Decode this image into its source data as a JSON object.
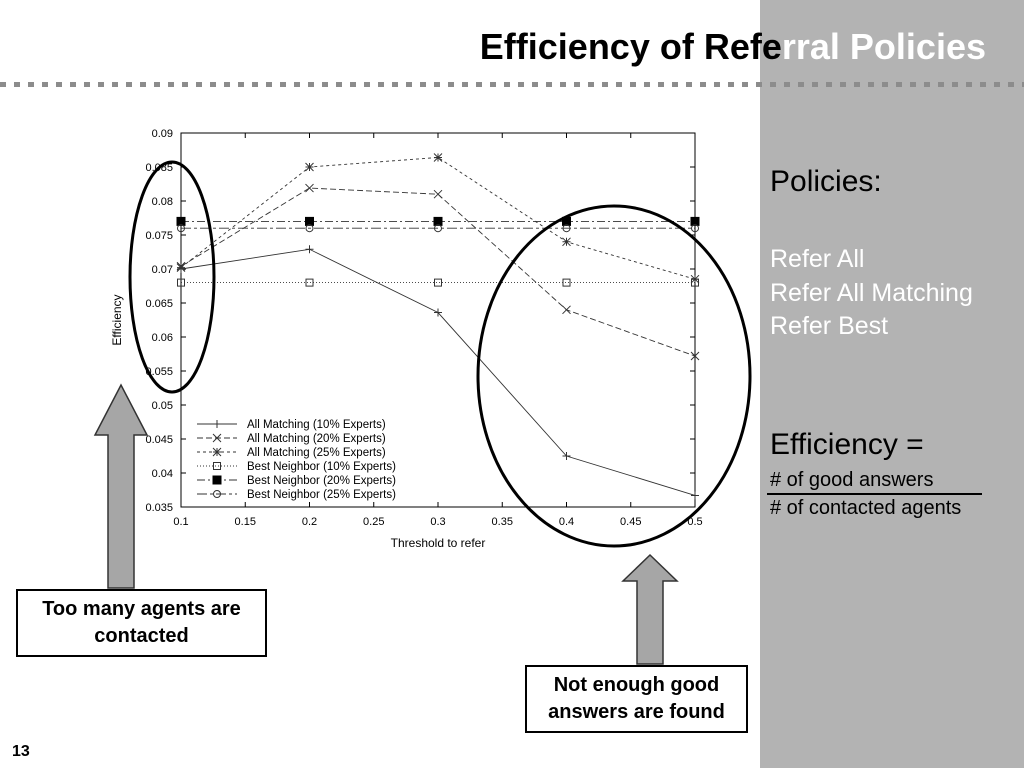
{
  "slide": {
    "title_dark": "Efficiency of Refe",
    "title_light": "rral Policies",
    "page_number": "13"
  },
  "sidebar": {
    "policies_heading": "Policies:",
    "policies": [
      "Refer All",
      "Refer All Matching",
      "Refer Best"
    ],
    "efficiency_heading": "Efficiency =",
    "efficiency_numerator": "# of good answers",
    "efficiency_denominator": "# of contacted agents"
  },
  "callouts": {
    "left": "Too many agents are contacted",
    "right": "Not enough good answers are found"
  },
  "colors": {
    "panel": "#b3b3b3",
    "title_light": "#ffffff"
  },
  "chart_data": {
    "type": "line",
    "xlabel": "Threshold to refer",
    "ylabel": "Efficiency",
    "xlim": [
      0.1,
      0.5
    ],
    "ylim": [
      0.035,
      0.09
    ],
    "xticks": [
      "0.1",
      "0.15",
      "0.2",
      "0.25",
      "0.3",
      "0.35",
      "0.4",
      "0.45",
      "0.5"
    ],
    "yticks": [
      "0.09",
      "0.085",
      "0.08",
      "0.075",
      "0.07",
      "0.065",
      "0.06",
      "0.055",
      "0.05",
      "0.045",
      "0.04",
      "0.035"
    ],
    "x": [
      0.1,
      0.2,
      0.3,
      0.4,
      0.5
    ],
    "legend_position": "bottom-left",
    "series": [
      {
        "name": "All Matching (10% Experts)",
        "marker": "plus",
        "dash": "solid",
        "values": [
          0.07,
          0.0729,
          0.0636,
          0.0425,
          0.0367
        ]
      },
      {
        "name": "All Matching (20% Experts)",
        "marker": "x",
        "dash": "dash",
        "values": [
          0.0704,
          0.0819,
          0.081,
          0.064,
          0.0572
        ]
      },
      {
        "name": "All Matching (25% Experts)",
        "marker": "star",
        "dash": "shortdash",
        "values": [
          0.0702,
          0.085,
          0.0864,
          0.074,
          0.0685
        ]
      },
      {
        "name": "Best Neighbor (10% Experts)",
        "marker": "square",
        "dash": "dot",
        "values": [
          0.068,
          0.068,
          0.068,
          0.068,
          0.068
        ]
      },
      {
        "name": "Best Neighbor (20% Experts)",
        "marker": "filled-square",
        "dash": "dashdot",
        "values": [
          0.077,
          0.077,
          0.077,
          0.077,
          0.077
        ]
      },
      {
        "name": "Best Neighbor (25% Experts)",
        "marker": "circle",
        "dash": "longdashdot",
        "values": [
          0.076,
          0.076,
          0.076,
          0.076,
          0.076
        ]
      }
    ]
  }
}
